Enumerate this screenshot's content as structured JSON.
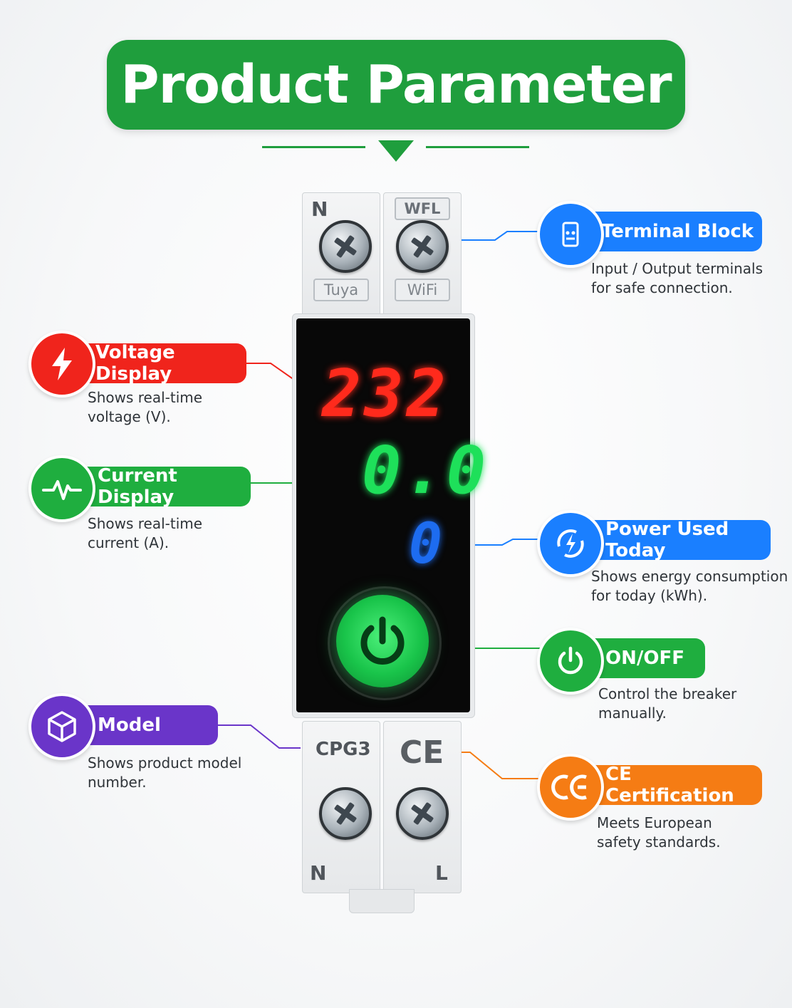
{
  "header": {
    "title": "Product Parameter"
  },
  "device": {
    "top_left_terminal": "N",
    "top_right_terminal": "WFL",
    "top_left_tag": "Tuya",
    "top_right_tag": "WiFi",
    "bottom_left_terminal": "N",
    "bottom_right_terminal": "L",
    "model_label": "CPG3",
    "ce_mark": "CE",
    "voltage_reading": "232",
    "current_reading": "0.0",
    "energy_reading": "0",
    "colors": {
      "voltage": "#ff2a1c",
      "current": "#1ee05a",
      "energy": "#1d6cf0"
    }
  },
  "callouts": {
    "terminal_block": {
      "title": "Terminal Block",
      "desc": "Input / Output terminals\nfor safe connection.",
      "color": "#1a7fff",
      "icon": "terminal-block-icon"
    },
    "voltage_display": {
      "title": "Voltage Display",
      "desc": "Shows real-time\nvoltage (V).",
      "color": "#f0241c",
      "icon": "lightning-bolt-icon"
    },
    "current_display": {
      "title": "Current Display",
      "desc": "Shows real-time\ncurrent (A).",
      "color": "#1fae3f",
      "icon": "pulse-wave-icon"
    },
    "power_used": {
      "title": "Power Used Today",
      "desc": "Shows energy consumption\nfor today (kWh).",
      "color": "#1a7fff",
      "icon": "power-cycle-icon"
    },
    "on_off": {
      "title": "ON/OFF",
      "desc": "Control the breaker\nmanually.",
      "color": "#1fae3f",
      "icon": "power-icon"
    },
    "model": {
      "title": "Model",
      "desc": "Shows product model\nnumber.",
      "color": "#6a35c9",
      "icon": "cube-icon"
    },
    "ce_certification": {
      "title": "CE Certification",
      "desc": "Meets European\nsafety standards.",
      "color": "#f57c14",
      "icon": "ce-mark-icon"
    }
  }
}
